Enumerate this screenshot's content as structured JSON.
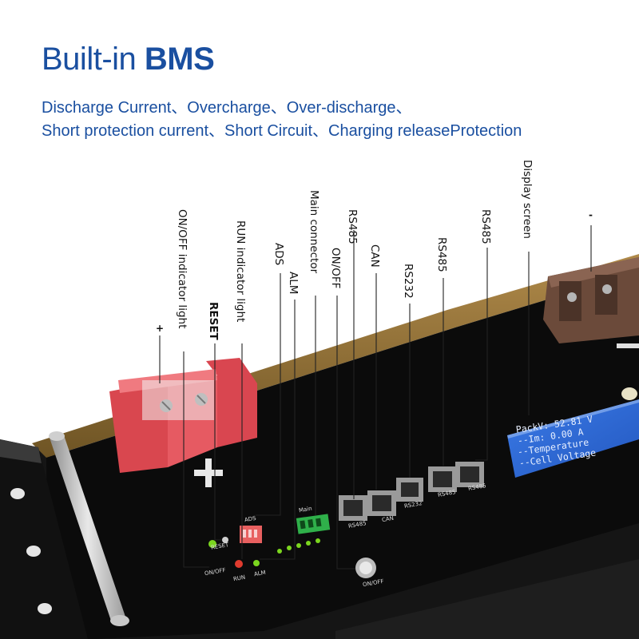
{
  "header": {
    "title_part1": "Built-in ",
    "title_part2": "BMS",
    "line1": "Discharge Current、Overcharge、Over-discharge、",
    "line2": "Short protection current、Short Circuit、Charging releaseProtection"
  },
  "callouts": [
    {
      "id": "onoff-indicator",
      "text": "ON/OFF indicator light"
    },
    {
      "id": "reset",
      "text": "RESET"
    },
    {
      "id": "run-indicator",
      "text": "RUN indicator light"
    },
    {
      "id": "ads",
      "text": "ADS"
    },
    {
      "id": "alm",
      "text": "ALM"
    },
    {
      "id": "main-connector",
      "text": "Main connector"
    },
    {
      "id": "onoff",
      "text": "ON/OFF"
    },
    {
      "id": "rs485-1",
      "text": "RS485"
    },
    {
      "id": "can",
      "text": "CAN"
    },
    {
      "id": "rs232",
      "text": "RS232"
    },
    {
      "id": "rs485-2",
      "text": "RS485"
    },
    {
      "id": "rs485-3",
      "text": "RS485"
    },
    {
      "id": "display",
      "text": "Display screen"
    }
  ],
  "terminal_signs": {
    "positive": "+",
    "negative": "-"
  },
  "panel_labels": {
    "onoff": "ON/OFF",
    "reset": "RESET",
    "ads": "ADS",
    "run": "RUN",
    "alm": "ALM",
    "main": "Main",
    "rs485": "RS485",
    "can": "CAN",
    "rs232": "RS232",
    "rs485b": "RS485",
    "rs485c": "RS485",
    "button": "ON/OFF"
  },
  "lcd": {
    "line1": "PackV:  52.81 V",
    "line2": "--Im:    0.00 A",
    "line3": "--Temperature",
    "line4": "--Cell Voltage"
  },
  "colors": {
    "title_blue": "#1a4fa0",
    "panel_black": "#0d0d0d",
    "terminal_red": "#e0525a",
    "terminal_brown": "#6b4a3a",
    "lcd_blue": "#2f6fd8",
    "led_green": "#7bd61f"
  }
}
